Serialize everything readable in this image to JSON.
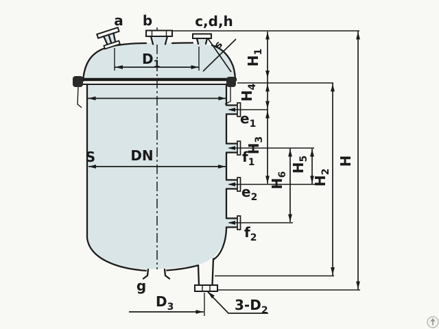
{
  "diagram": {
    "type": "engineering-drawing",
    "subject": "reactor vessel outline dimension drawing",
    "colors": {
      "background": "#f8f8f5",
      "vessel_fill": "#dae5e7",
      "line": "#1b1b1b",
      "watermark_grey": "#9a9a98"
    },
    "top_nozzles": {
      "a": "a",
      "b": "b",
      "cdh": "c,d,h"
    },
    "head_thickness_mark": "s",
    "side_nozzles": {
      "e1": {
        "base": "e",
        "sub": "1"
      },
      "f1": {
        "base": "f",
        "sub": "1"
      },
      "e2": {
        "base": "e",
        "sub": "2"
      },
      "f2": {
        "base": "f",
        "sub": "2"
      }
    },
    "bottom_nozzle": "g",
    "bottom_discharge": {
      "base": "3-D",
      "sub": "2"
    },
    "dimensions": {
      "D1": {
        "base": "D",
        "sub": "1"
      },
      "D3": {
        "base": "D",
        "sub": "3"
      },
      "DN": "DN",
      "S": "S",
      "H": "H",
      "H1": {
        "base": "H",
        "sub": "1"
      },
      "H2": {
        "base": "H",
        "sub": "2"
      },
      "H3": {
        "base": "H",
        "sub": "3"
      },
      "H4": {
        "base": "H",
        "sub": "4"
      },
      "H5": {
        "base": "H",
        "sub": "5"
      },
      "H6": {
        "base": "H",
        "sub": "6"
      }
    }
  },
  "watermark": {
    "name": "scroll-to-top"
  }
}
